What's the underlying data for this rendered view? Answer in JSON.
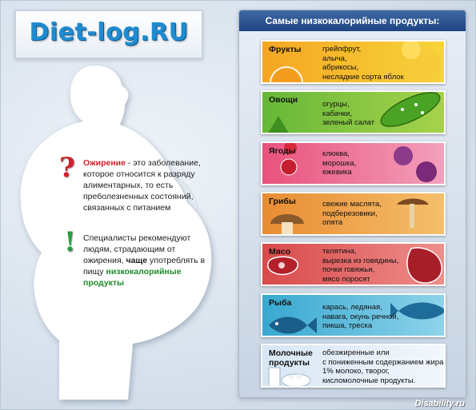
{
  "logo": {
    "text": "Diet-log.RU"
  },
  "info": {
    "obesity_word": "Ожирение",
    "obesity_rest": " - это заболевание, которое относится к разряду алиментарных, то есть преболезненных состояний, связанных с питанием",
    "advice_start": "Специалисты рекомендуют людям, страдающим от ожирения, ",
    "advice_bold": "чаще",
    "advice_mid": " употреблять в пищу ",
    "advice_green": "низкокалорийные продукты",
    "question_mark": "?",
    "exclamation_mark": "!"
  },
  "panel": {
    "title": "Самые низкокалорийные продукты:",
    "categories": [
      {
        "title": "Фрукты",
        "items": [
          "грейпфрут,",
          "алыча,",
          "абрикосы,",
          "несладкие сорта яблок"
        ]
      },
      {
        "title": "Овощи",
        "items": [
          "огурцы,",
          "кабачки,",
          "зеленый салат"
        ]
      },
      {
        "title": "Ягоды",
        "items": [
          "клюква,",
          "морошка,",
          "ежевика"
        ]
      },
      {
        "title": "Грибы",
        "items": [
          "свежие маслята,",
          "подберезовики,",
          "опята"
        ]
      },
      {
        "title": "Мясо",
        "items": [
          "телятина,",
          "вырезка из говядины,",
          "почки говяжьи,",
          "мясо поросят"
        ]
      },
      {
        "title": "Рыба",
        "items": [
          "карась, ледяная,",
          "навага, окунь речной,",
          "пикша, треска"
        ]
      },
      {
        "title": "Молочные продукты",
        "items": [
          "обезжиренные или",
          "с пониженным содержанием жира:",
          "1% молоко, творог,",
          "кисломолочные продукты."
        ]
      }
    ]
  },
  "watermark": "Disability.ru",
  "colors": {
    "title_bar": "#1f4581",
    "red": "#d0232a",
    "green": "#1f8a2a",
    "logo": "#1f8bd1"
  }
}
